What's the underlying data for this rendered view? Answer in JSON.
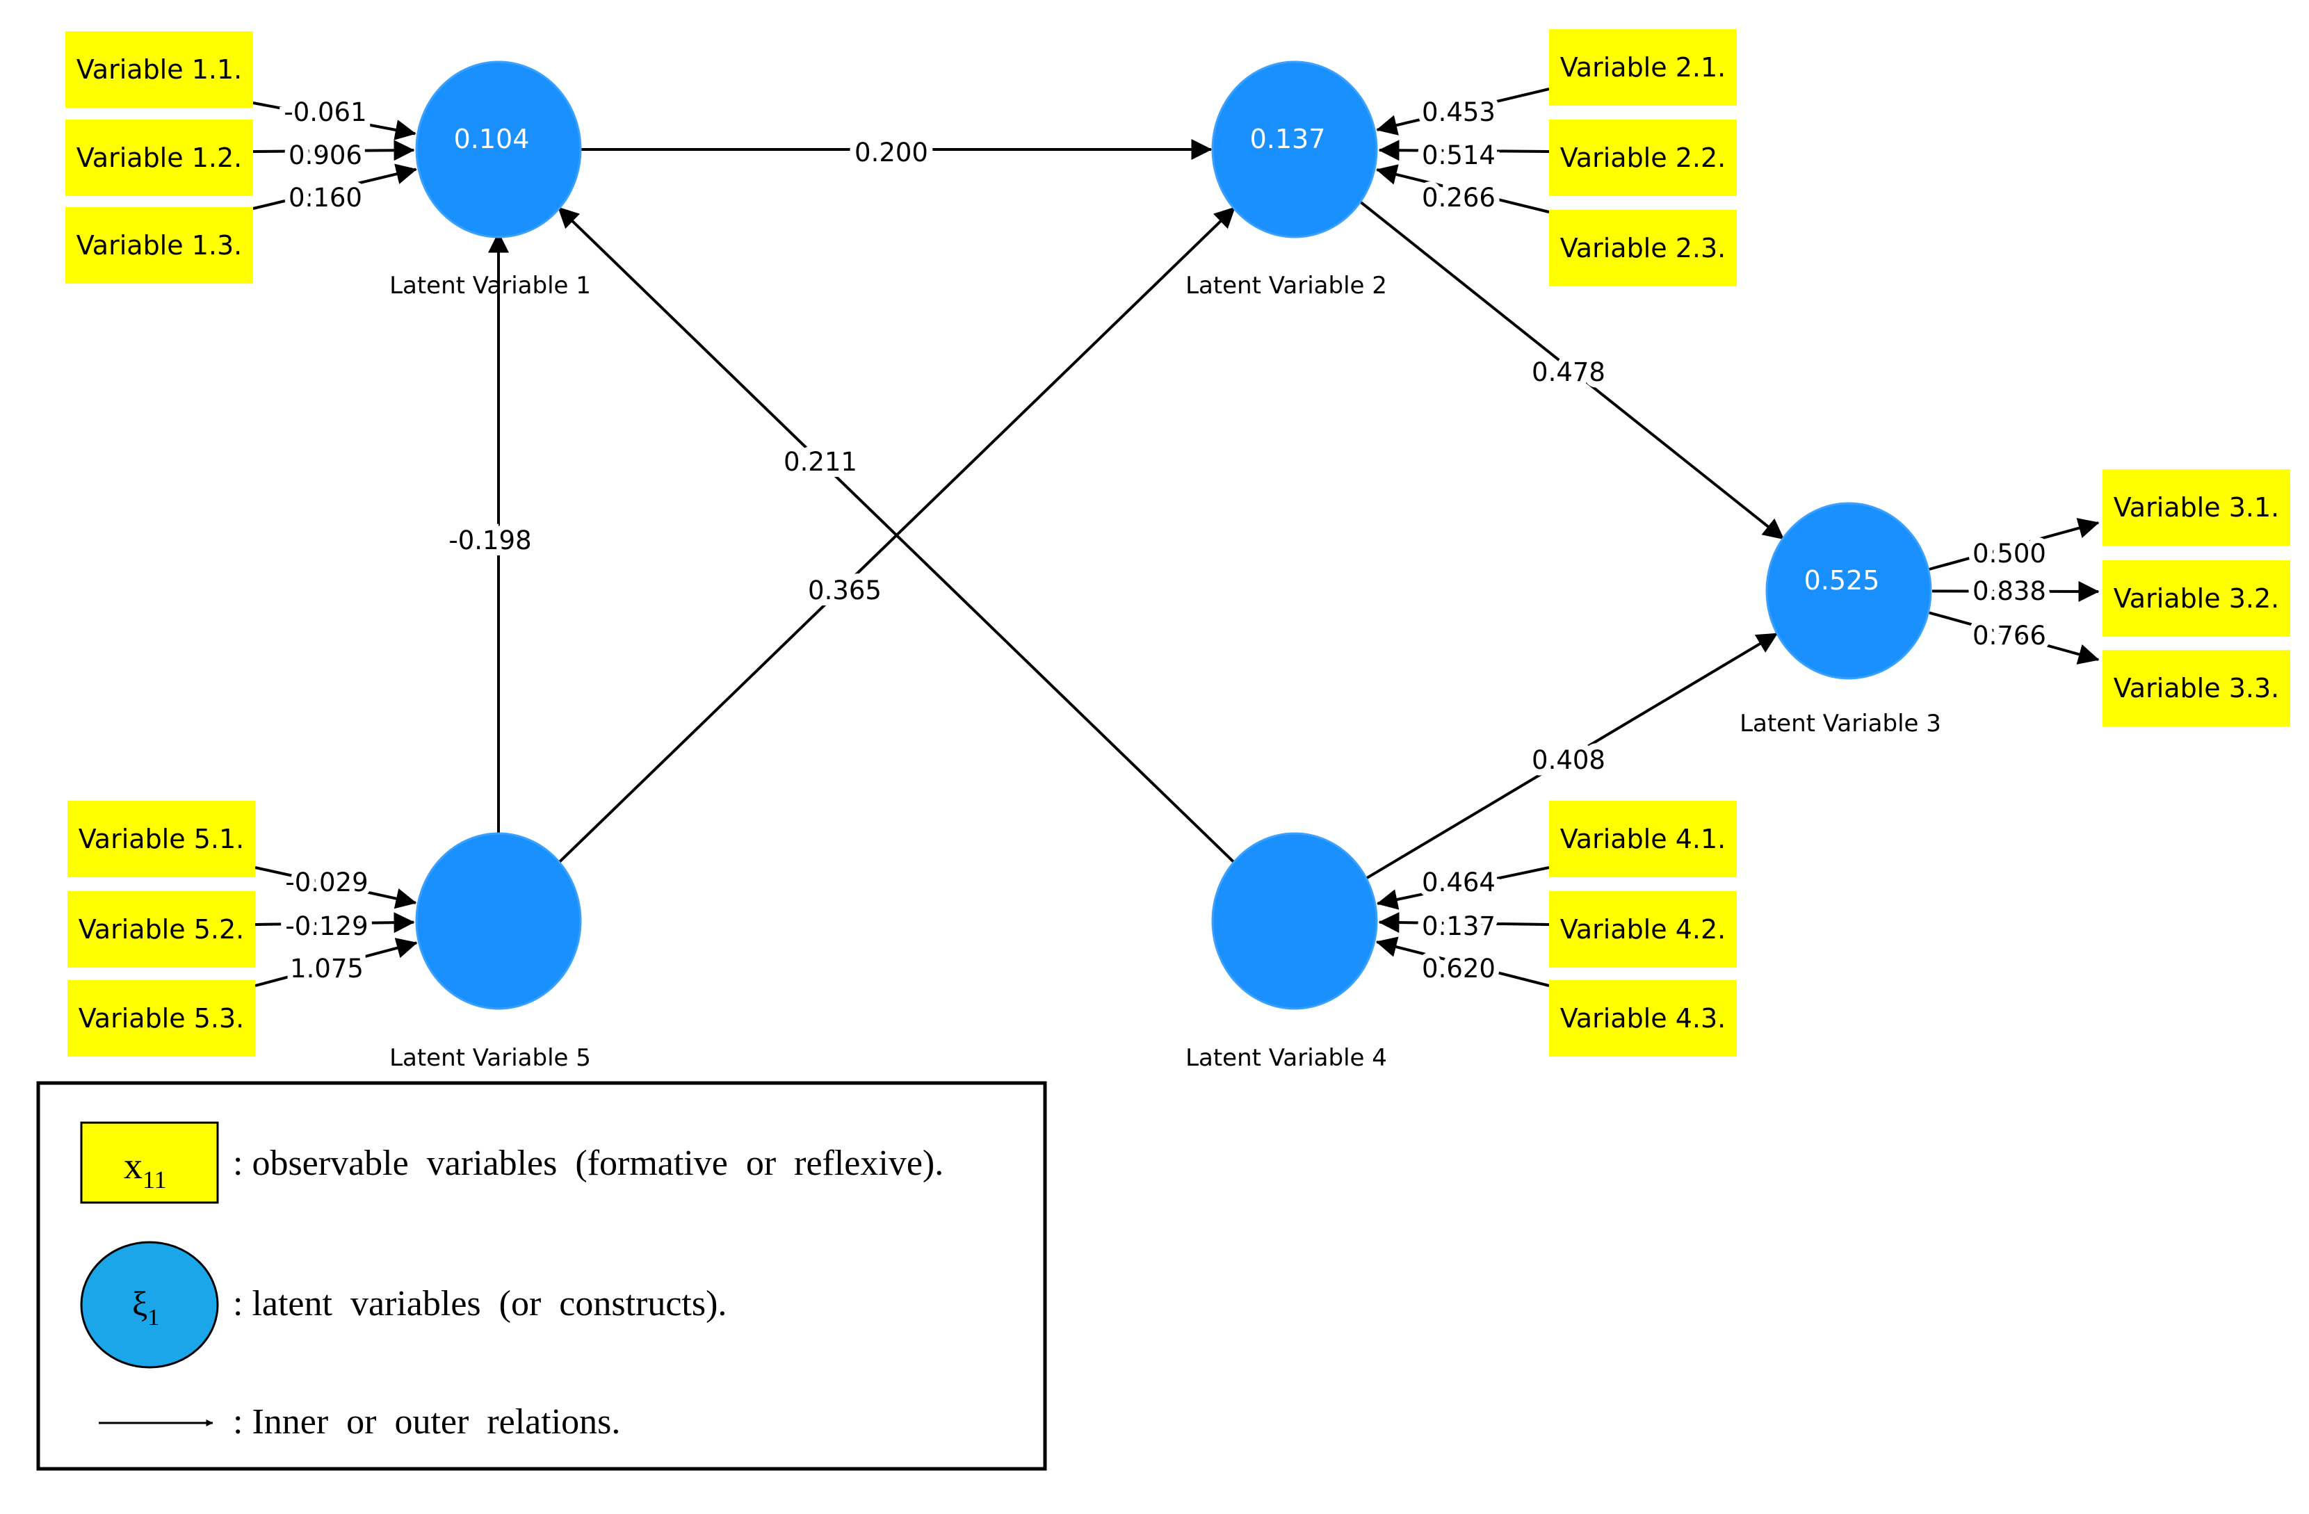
{
  "colors": {
    "indicator_fill": "#ffff00",
    "latent_fill": "#1a90ff",
    "legend_latent_fill": "#1aa6e8",
    "line": "#000000"
  },
  "latents": [
    {
      "id": "lv1",
      "name": "Latent Variable 1",
      "value": "0.104"
    },
    {
      "id": "lv2",
      "name": "Latent Variable 2",
      "value": "0.137"
    },
    {
      "id": "lv3",
      "name": "Latent Variable 3",
      "value": "0.525"
    },
    {
      "id": "lv4",
      "name": "Latent Variable 4",
      "value": ""
    },
    {
      "id": "lv5",
      "name": "Latent Variable 5",
      "value": ""
    }
  ],
  "indicators": [
    {
      "id": "v11",
      "label": "Variable 1.1.",
      "latent": "lv1",
      "weight": "-0.061"
    },
    {
      "id": "v12",
      "label": "Variable 1.2.",
      "latent": "lv1",
      "weight": "0.906"
    },
    {
      "id": "v13",
      "label": "Variable 1.3.",
      "latent": "lv1",
      "weight": "0.160"
    },
    {
      "id": "v21",
      "label": "Variable 2.1.",
      "latent": "lv2",
      "weight": "0.453"
    },
    {
      "id": "v22",
      "label": "Variable 2.2.",
      "latent": "lv2",
      "weight": "0.514"
    },
    {
      "id": "v23",
      "label": "Variable 2.3.",
      "latent": "lv2",
      "weight": "0.266"
    },
    {
      "id": "v31",
      "label": "Variable 3.1.",
      "latent": "lv3",
      "weight": "0.500"
    },
    {
      "id": "v32",
      "label": "Variable 3.2.",
      "latent": "lv3",
      "weight": "0.838"
    },
    {
      "id": "v33",
      "label": "Variable 3.3.",
      "latent": "lv3",
      "weight": "0.766"
    },
    {
      "id": "v41",
      "label": "Variable 4.1.",
      "latent": "lv4",
      "weight": "0.464"
    },
    {
      "id": "v42",
      "label": "Variable 4.2.",
      "latent": "lv4",
      "weight": "0.137"
    },
    {
      "id": "v43",
      "label": "Variable 4.3.",
      "latent": "lv4",
      "weight": "0.620"
    },
    {
      "id": "v51",
      "label": "Variable 5.1.",
      "latent": "lv5",
      "weight": "-0.029"
    },
    {
      "id": "v52",
      "label": "Variable 5.2.",
      "latent": "lv5",
      "weight": "-0.129"
    },
    {
      "id": "v53",
      "label": "Variable 5.3.",
      "latent": "lv5",
      "weight": "1.075"
    }
  ],
  "paths": [
    {
      "id": "p12",
      "from": "lv1",
      "to": "lv2",
      "coef": "0.200"
    },
    {
      "id": "p23",
      "from": "lv2",
      "to": "lv3",
      "coef": "0.478"
    },
    {
      "id": "p51",
      "from": "lv5",
      "to": "lv1",
      "coef": "-0.198"
    },
    {
      "id": "p52",
      "from": "lv5",
      "to": "lv2",
      "coef": "0.365"
    },
    {
      "id": "p41",
      "from": "lv4",
      "to": "lv1",
      "coef": "0.211"
    },
    {
      "id": "p43",
      "from": "lv4",
      "to": "lv3",
      "coef": "0.408"
    }
  ],
  "legend": {
    "observable_symbol": "x",
    "observable_subscript": "11",
    "observable_text": ": observable  variables  (formative  or  reflexive).",
    "latent_symbol": "ξ",
    "latent_subscript": "1",
    "latent_text": ": latent  variables  (or  constructs).",
    "relation_text": ": Inner  or  outer  relations."
  }
}
